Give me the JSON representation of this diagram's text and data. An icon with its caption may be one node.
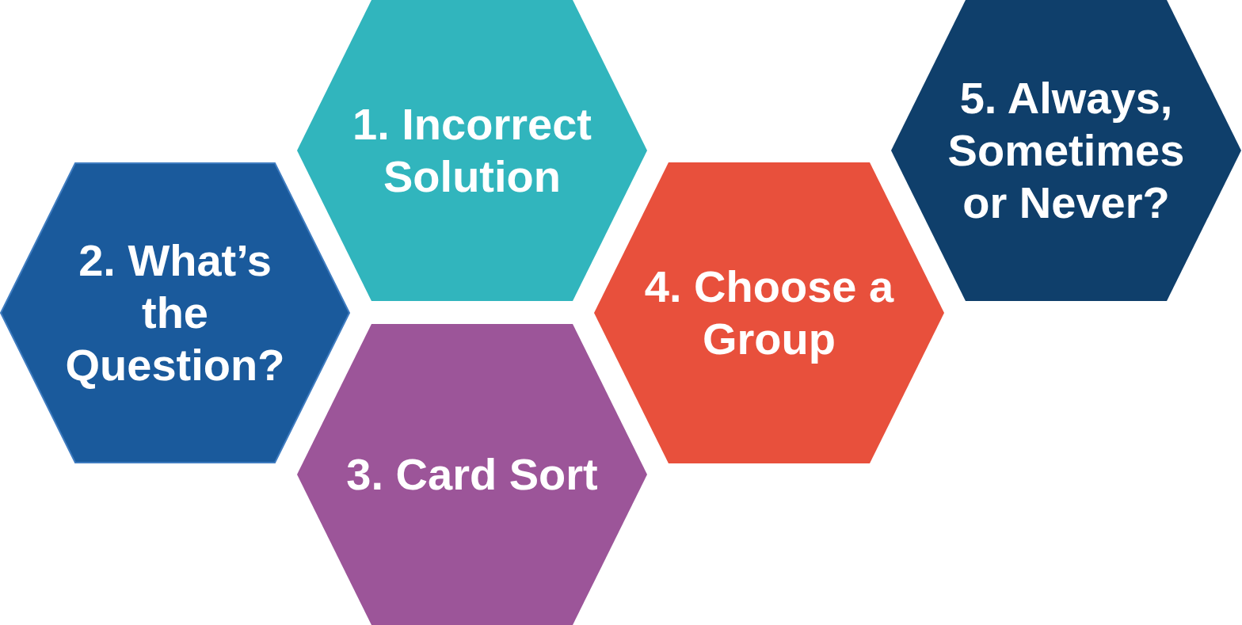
{
  "diagram": {
    "nodes": [
      {
        "text": [
          "1. Incorrect Solution"
        ]
      },
      {
        "text": [
          "2. What’s the Question?"
        ]
      },
      {
        "text": [
          "3. Card Sort"
        ]
      },
      {
        "text": [
          "4. Choose a Group"
        ]
      },
      {
        "text": [
          "5. Always, Sometimes or Never?"
        ]
      }
    ]
  }
}
